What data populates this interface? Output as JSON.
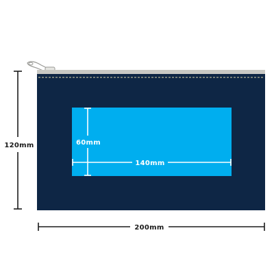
{
  "dimensions": {
    "pouch_width": "200mm",
    "pouch_height": "120mm",
    "print_width": "140mm",
    "print_height": "60mm"
  },
  "colors": {
    "pouch_body": "#0e2645",
    "zipper_band": "#c9c9c4",
    "zipper_stitch": "#d9d4a8",
    "print_area": "#00aeef",
    "dimension_line": "#1a1a1a",
    "print_dimension_line": "#ffffff"
  },
  "icons": {
    "zipper_pull": "zipper-pull-icon"
  }
}
